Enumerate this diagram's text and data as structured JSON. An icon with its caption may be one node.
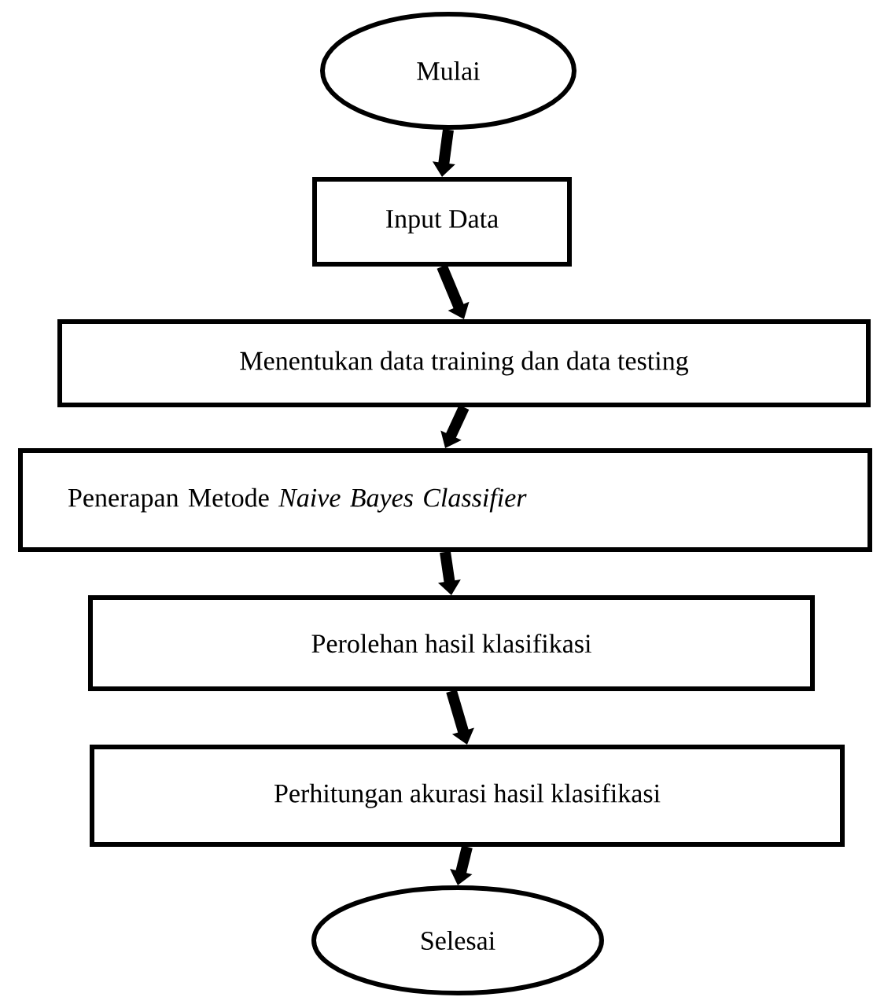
{
  "diagram": {
    "nodes": [
      {
        "text": [
          "Mulai"
        ]
      },
      {
        "text": [
          "Input Data"
        ]
      },
      {
        "text": [
          "Menentukan data training dan data testing"
        ]
      },
      {
        "text": [
          "Penerapan Metode *Naive Bayes Classifier*"
        ]
      },
      {
        "text": [
          "Perolehan hasil klasifikasi"
        ]
      },
      {
        "text": [
          "Perhitungan akurasi hasil klasifikasi"
        ]
      },
      {
        "text": [
          "Selesai"
        ]
      }
    ],
    "edges": [
      {
        "from": 0,
        "to": 1,
        "arrow": "to"
      },
      {
        "from": 1,
        "to": 2,
        "arrow": "to"
      },
      {
        "from": 2,
        "to": 3,
        "arrow": "to"
      },
      {
        "from": 3,
        "to": 4,
        "arrow": "to"
      },
      {
        "from": 4,
        "to": 5,
        "arrow": "to"
      },
      {
        "from": 5,
        "to": 6,
        "arrow": "to"
      }
    ]
  }
}
